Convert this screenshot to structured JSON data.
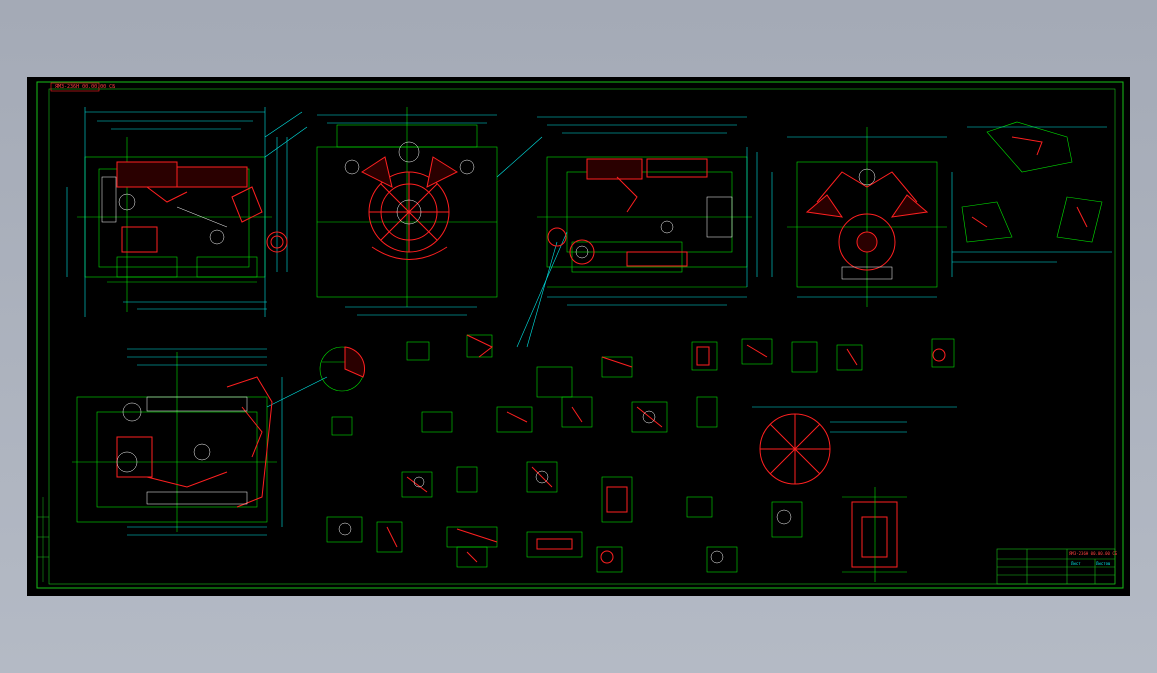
{
  "drawing": {
    "stamp_topleft": "ЯМЗ-236Н 00.00.00 СБ",
    "background_color": "#000000",
    "app_background_color": "#a9afbb",
    "line_colors": {
      "frame": "#18c018",
      "geometry": "#00e000",
      "dimension": "#00e5e5",
      "part_fill": "#ff2020",
      "text": "#00e5e5",
      "detail": "#ffffff"
    },
    "title_block": {
      "designation": "ЯМЗ-236Н 00.00.00 СБ",
      "sheet_label": "Лист",
      "sheets_label": "Листов"
    }
  }
}
